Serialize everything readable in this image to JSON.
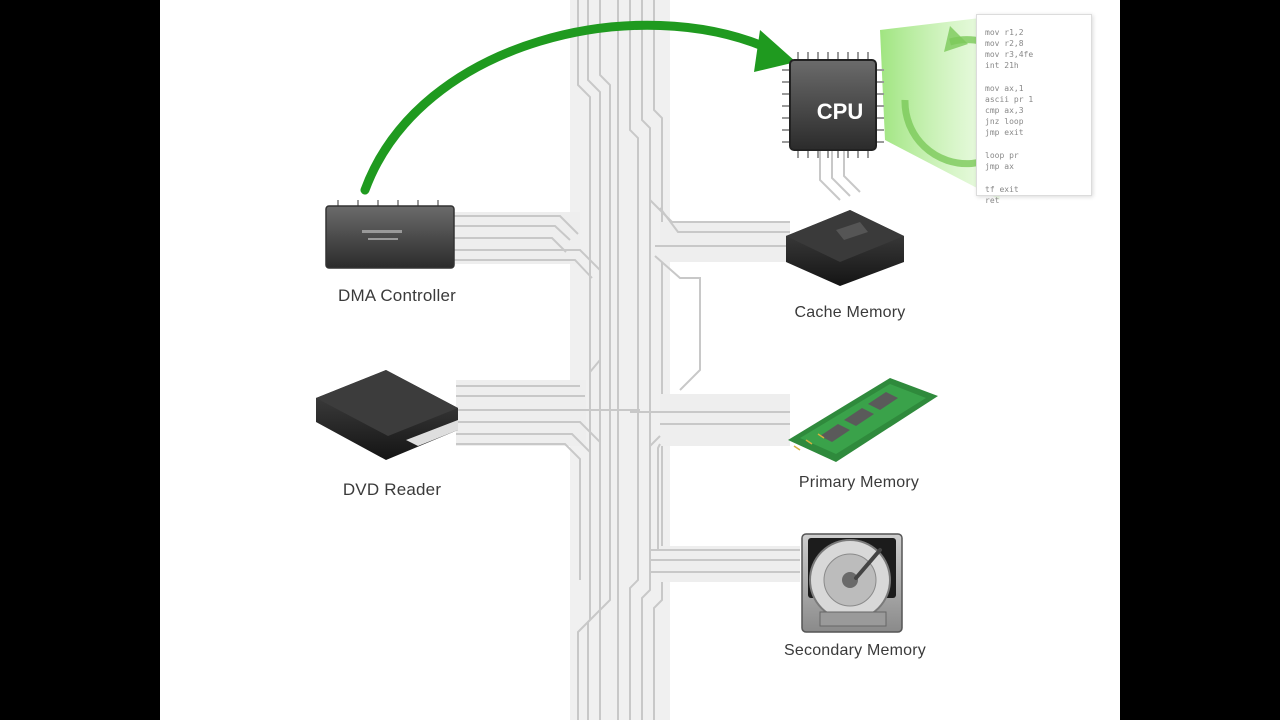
{
  "diagram": {
    "cpu": {
      "label": "CPU"
    },
    "components": [
      {
        "id": "dma",
        "label": "DMA Controller"
      },
      {
        "id": "cache",
        "label": "Cache Memory"
      },
      {
        "id": "dvd",
        "label": "DVD Reader"
      },
      {
        "id": "primary",
        "label": "Primary Memory"
      },
      {
        "id": "secondary",
        "label": "Secondary Memory"
      }
    ],
    "code_panel": {
      "lines_group1": [
        "mov r1,2",
        "mov r2,8",
        "mov r3,4fe",
        "int 21h"
      ],
      "lines_group2": [
        "mov ax,1",
        "ascii pr 1",
        "cmp ax,3",
        "jnz loop",
        "jmp exit"
      ],
      "lines_group3": [
        "loop pr",
        "jmp ax"
      ],
      "lines_group4": [
        "tf exit",
        "ret"
      ]
    },
    "colors": {
      "arrow": "#1f9a1f",
      "glow": "#7ed957",
      "bus": "#e4e4e4",
      "bus_line": "#c9c9c9"
    }
  }
}
